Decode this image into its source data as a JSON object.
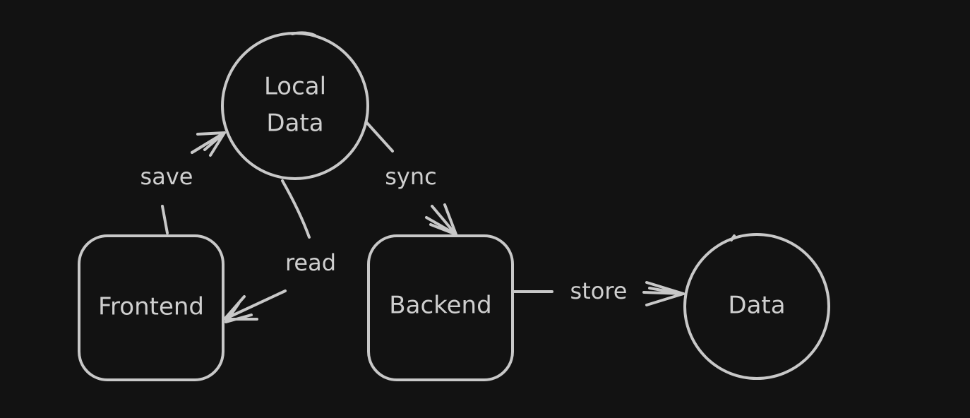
{
  "nodes": {
    "local_data": {
      "label_line1": "Local",
      "label_line2": "Data",
      "shape": "circle"
    },
    "frontend": {
      "label": "Frontend",
      "shape": "rounded-rectangle"
    },
    "backend": {
      "label": "Backend",
      "shape": "rounded-rectangle"
    },
    "data": {
      "label": "Data",
      "shape": "circle"
    }
  },
  "edges": {
    "save": {
      "label": "save",
      "from": "Frontend",
      "to": "Local Data"
    },
    "read": {
      "label": "read",
      "from": "Local Data",
      "to": "Frontend"
    },
    "sync": {
      "label": "sync",
      "from": "Local Data",
      "to": "Backend"
    },
    "store": {
      "label": "store",
      "from": "Backend",
      "to": "Data"
    }
  },
  "colors": {
    "background": "#121212",
    "stroke": "#c8c8c8",
    "text": "#cfcfcf"
  }
}
